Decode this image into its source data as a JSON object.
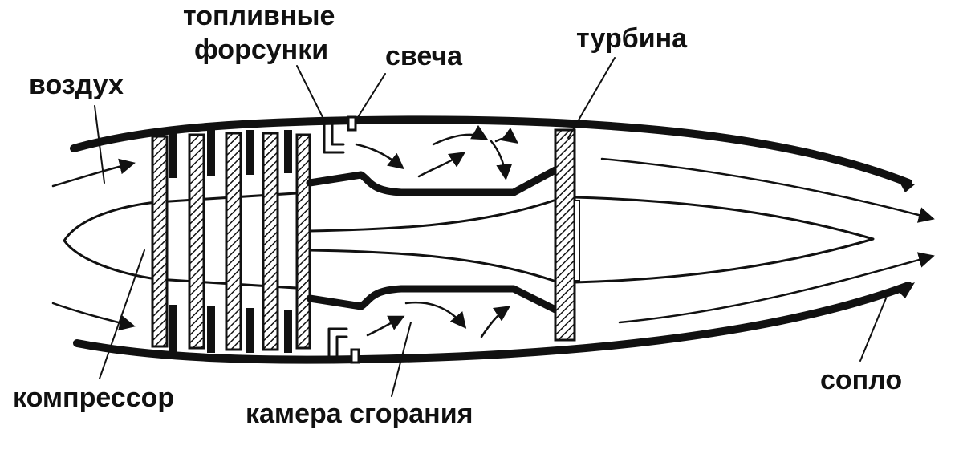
{
  "diagram": {
    "ink_color": "#111111",
    "background": "#ffffff",
    "labels": {
      "fuel_nozzles_line1": "топливные",
      "fuel_nozzles_line2": "форсунки",
      "spark_plug": "свеча",
      "turbine": "турбина",
      "air": "воздух",
      "compressor": "компрессор",
      "combustion_chamber": "камера сгорания",
      "nozzle": "сопло"
    }
  }
}
